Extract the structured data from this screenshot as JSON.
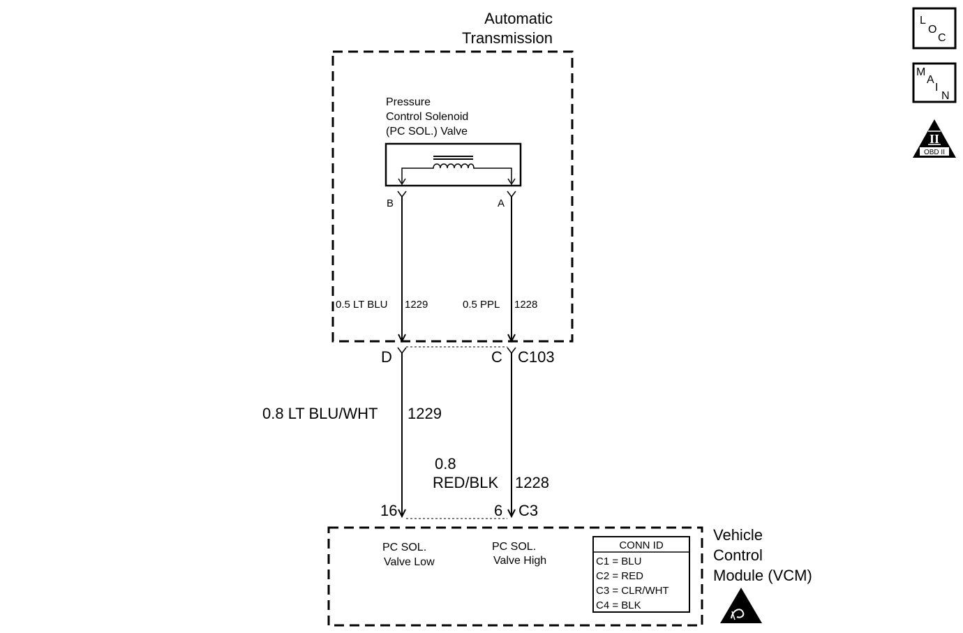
{
  "component": {
    "title_line1": "Automatic",
    "title_line2": "Transmission",
    "solenoid_line1": "Pressure",
    "solenoid_line2": "Control Solenoid",
    "solenoid_line3": "(PC SOL.) Valve",
    "pin_b": "B",
    "pin_a": "A"
  },
  "wires_upper": {
    "left_label": "0.5 LT BLU",
    "left_circuit": "1229",
    "right_label": "0.5 PPL",
    "right_circuit": "1228"
  },
  "connector_c103": {
    "pin_left": "D",
    "pin_right": "C",
    "name": "C103"
  },
  "wires_lower": {
    "left_label": "0.8 LT BLU/WHT",
    "left_circuit": "1229",
    "right_label_line1": "0.8",
    "right_label_line2": "RED/BLK",
    "right_circuit": "1228"
  },
  "connector_c3": {
    "pin_left": "16",
    "pin_right": "6",
    "name": "C3"
  },
  "vcm": {
    "name_line1": "Vehicle",
    "name_line2": "Control",
    "name_line3": "Module (VCM)",
    "low_line1": "PC SOL.",
    "low_line2": "Valve Low",
    "high_line1": "PC SOL.",
    "high_line2": "Valve High"
  },
  "conn_id": {
    "header": "CONN ID",
    "rows": [
      "C1 = BLU",
      "C2 = RED",
      "C3 = CLR/WHT",
      "C4 = BLK"
    ]
  },
  "nav": {
    "loc": [
      "L",
      "O",
      "C"
    ],
    "main": [
      "M",
      "A",
      "I",
      "N"
    ],
    "obd_numeral": "II",
    "obd_label": "OBD II"
  }
}
